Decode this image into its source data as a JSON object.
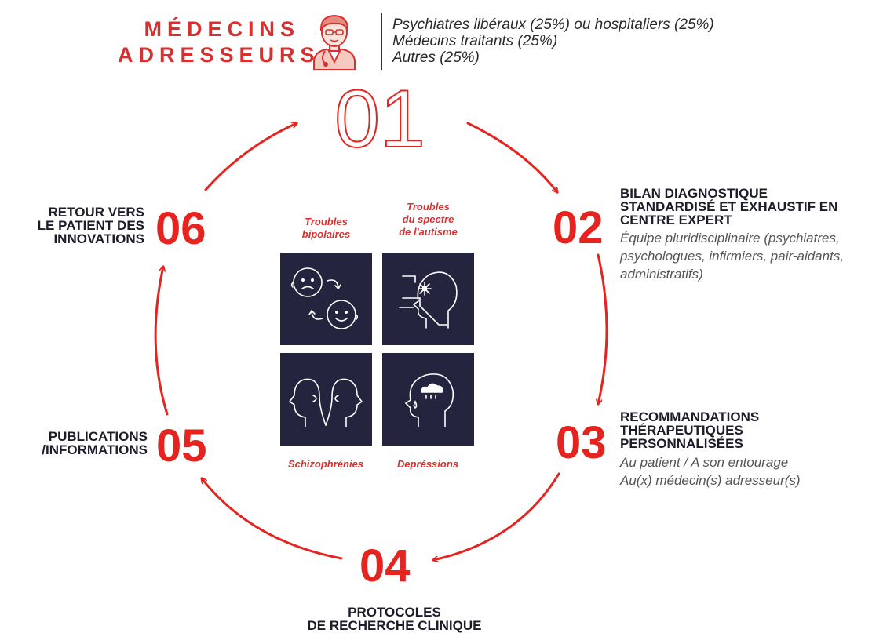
{
  "header": {
    "title_line1": "MÉDECINS",
    "title_line2": "ADRESSEURS",
    "lines": [
      "Psychiatres libéraux (25%) ou hospitaliers (25%)",
      "Médecins traitants (25%)",
      "Autres (25%)"
    ]
  },
  "steps": [
    {
      "num": "01"
    },
    {
      "num": "02",
      "title_lines": [
        "BILAN DIAGNOSTIQUE",
        "STANDARDISÉ ET EXHAUSTIF EN",
        "CENTRE EXPERT"
      ],
      "desc_lines": [
        "Équipe pluridisciplinaire (psychiatres,",
        "psychologues, infirmiers, pair-aidants,",
        "administratifs)"
      ]
    },
    {
      "num": "03",
      "title_lines": [
        "RECOMMANDATIONS",
        "THÉRAPEUTIQUES",
        "PERSONNALISÉES"
      ],
      "desc_lines": [
        "Au patient / A son entourage",
        "Au(x) médecin(s) adresseur(s)"
      ]
    },
    {
      "num": "04",
      "title_lines": [
        "PROTOCOLES",
        "DE RECHERCHE CLINIQUE"
      ]
    },
    {
      "num": "05",
      "title_lines": [
        "PUBLICATIONS",
        "/INFORMATIONS"
      ]
    },
    {
      "num": "06",
      "title_lines": [
        "RETOUR VERS",
        "LE PATIENT DES",
        "INNOVATIONS"
      ]
    }
  ],
  "categories": [
    {
      "label_lines": [
        "Troubles",
        "bipolaires"
      ],
      "icon": "mood-swing-heads-icon"
    },
    {
      "label_lines": [
        "Troubles",
        "du spectre",
        "de l'autisme"
      ],
      "icon": "autism-head-icon"
    },
    {
      "label_lines": [
        "Schizophrénies"
      ],
      "icon": "split-heads-icon"
    },
    {
      "label_lines": [
        "Depréssions"
      ],
      "icon": "sad-head-cloud-icon"
    }
  ],
  "colors": {
    "accent": "#e52420",
    "tile": "#25243f",
    "text": "#1c1c2a"
  }
}
